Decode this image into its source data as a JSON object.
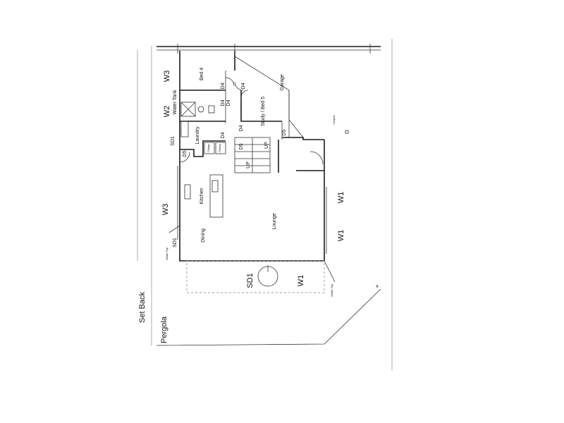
{
  "labels": {
    "w3_top": "W3",
    "w2": "W2",
    "water_tank": "Water Tank",
    "bed4": "Bed 4",
    "d4_a": "D4",
    "d4_b": "D4",
    "d4_c": "D4",
    "d4_d": "D4",
    "d4_e": "D4",
    "d4_f": "D4",
    "garage": "Garage",
    "carport": "Carport",
    "study_bed5": "Study / Bed 5",
    "laundry": "Laundry",
    "sd1_left": "SD1",
    "d5_left": "D5",
    "d5_right": "D5",
    "d5_stair": "D5",
    "fridge": "Fridge",
    "pantry": "Pantry",
    "up_a": "UP",
    "up_b": "UP",
    "kitchen": "Kitchen",
    "w3_mid": "W3",
    "dining": "Dining",
    "lounge": "Lounge",
    "w1_a": "W1",
    "w1_b": "W1",
    "w1_c": "W1",
    "sd1_a": "SD1",
    "sd1_b": "SD1",
    "water_tap_left": "Water Tap",
    "water_tap_right": "Water Tap",
    "set_back": "Set Back",
    "pergola": "Pergola",
    "x_mark": "x"
  }
}
